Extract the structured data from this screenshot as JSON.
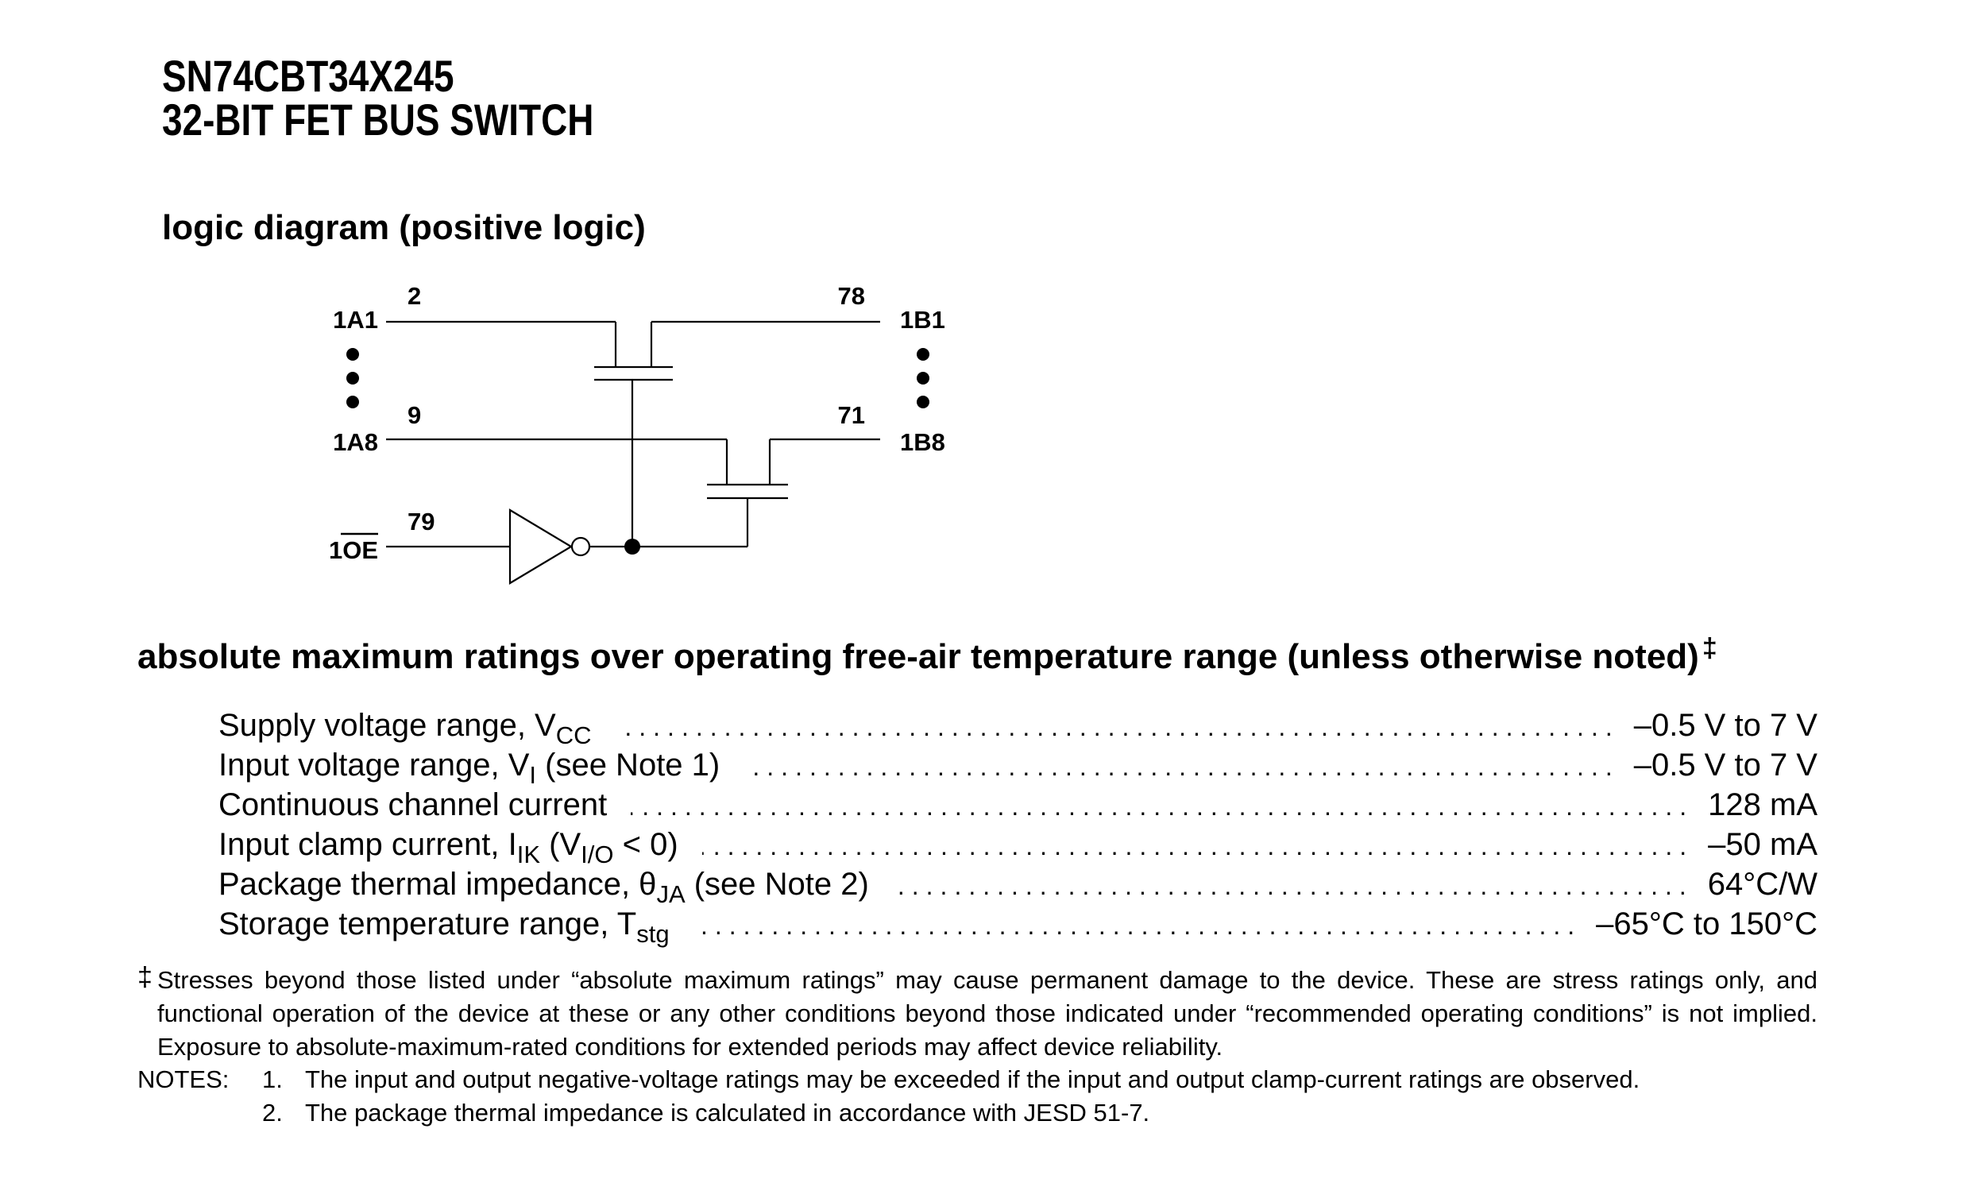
{
  "header": {
    "part_number": "SN74CBT34X245",
    "subtitle": "32-BIT FET BUS SWITCH"
  },
  "logic_diagram": {
    "title": "logic diagram (positive logic)",
    "pins": {
      "a1": {
        "name": "1A1",
        "number": "2"
      },
      "b1": {
        "name": "1B1",
        "number": "78"
      },
      "a8": {
        "name": "1A8",
        "number": "9"
      },
      "b8": {
        "name": "1B8",
        "number": "71"
      },
      "oe": {
        "name_prefix": "1",
        "name_overbar": "OE",
        "number": "79"
      }
    }
  },
  "ratings": {
    "title": "absolute maximum ratings over operating free-air temperature range (unless otherwise noted)",
    "title_mark": "‡",
    "rows": [
      {
        "label": "Supply voltage range, V",
        "sub": "CC",
        "suffix": "",
        "value": "–0.5 V to 7 V"
      },
      {
        "label": "Input voltage range, V",
        "sub": "I",
        "suffix": " (see Note 1)",
        "value": "–0.5 V to 7 V"
      },
      {
        "label": "Continuous channel current",
        "sub": "",
        "suffix": "",
        "value": "128 mA"
      },
      {
        "label": "Input clamp current, I",
        "sub": "IK",
        "suffix": " (V",
        "sub2": "I/O",
        "suffix2": " < 0)",
        "value": "–50 mA"
      },
      {
        "label": "Package thermal impedance, θ",
        "sub": "JA",
        "suffix": " (see Note 2)",
        "value": "64°C/W"
      },
      {
        "label": "Storage temperature range, T",
        "sub": "stg",
        "suffix": "",
        "value": "–65°C to 150°C"
      }
    ]
  },
  "footnote": {
    "mark": "‡",
    "text": "Stresses beyond those listed under “absolute maximum ratings” may cause permanent damage to the device. These are stress ratings only, and functional operation of the device at these or any other conditions beyond those indicated under “recommended operating conditions” is not implied. Exposure to absolute-maximum-rated conditions for extended periods may affect device reliability."
  },
  "notes": {
    "label": "NOTES:",
    "items": [
      {
        "num": "1.",
        "text": "The input and output negative-voltage ratings may be exceeded if the input and output clamp-current ratings are observed."
      },
      {
        "num": "2.",
        "text": "The package thermal impedance is calculated in accordance with JESD 51-7."
      }
    ]
  }
}
